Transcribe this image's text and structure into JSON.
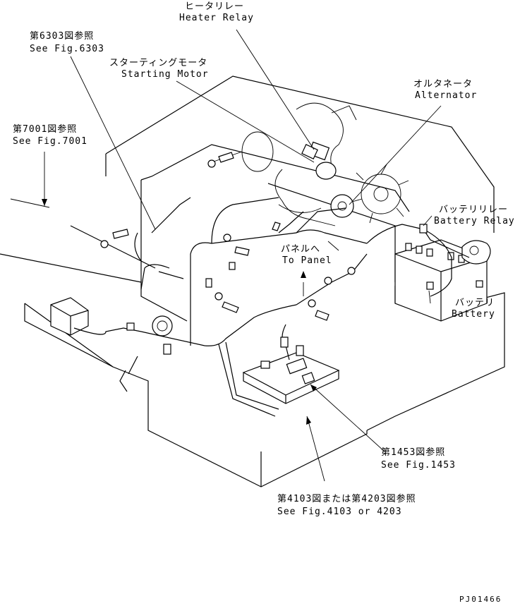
{
  "callouts": {
    "heater_relay": {
      "jp": "ヒータリレー",
      "en": "Heater Relay"
    },
    "fig6303": {
      "jp": "第6303図参照",
      "en": "See Fig.6303"
    },
    "starting_motor": {
      "jp": "スターティングモータ",
      "en": "Starting Motor"
    },
    "alternator": {
      "jp": "オルタネータ",
      "en": "Alternator"
    },
    "fig7001": {
      "jp": "第7001図参照",
      "en": "See Fig.7001"
    },
    "battery_relay": {
      "jp": "バッテリリレー",
      "en": "Battery Relay"
    },
    "to_panel": {
      "jp": "パネルへ",
      "en": "To Panel"
    },
    "battery": {
      "jp": "バッテリ",
      "en": "Battery"
    },
    "fig1453": {
      "jp": "第1453図参照",
      "en": "See Fig.1453"
    },
    "fig4103": {
      "jp": "第4103図または第4203図参照",
      "en": "See Fig.4103 or 4203"
    }
  },
  "drawing_code": "PJ01466"
}
